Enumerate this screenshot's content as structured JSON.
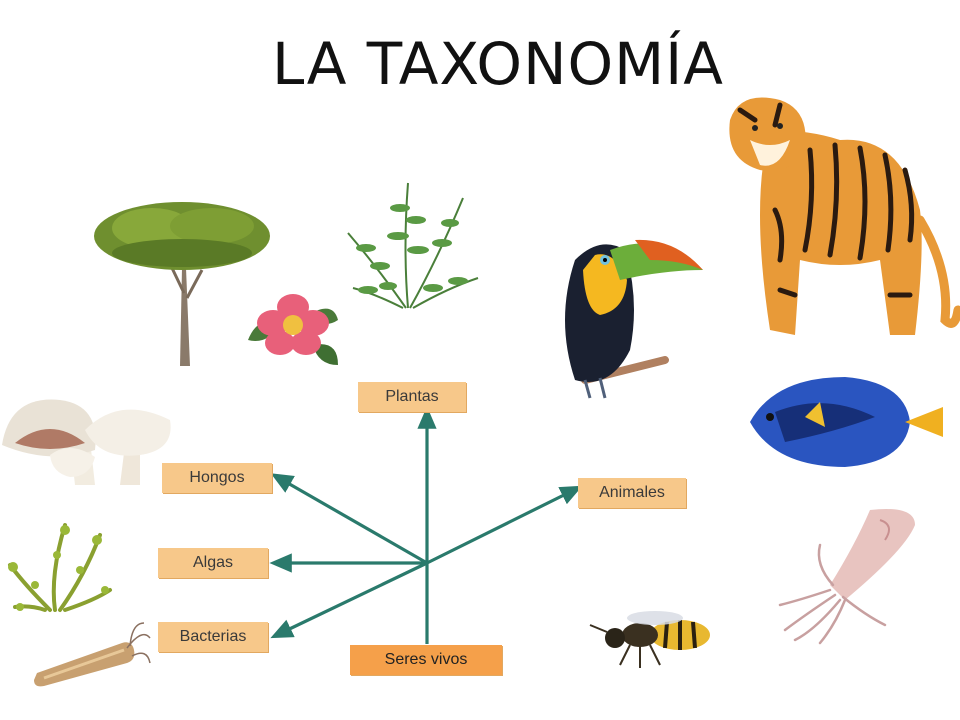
{
  "title": "LA TAXONOMÍA",
  "diagram": {
    "root": "Seres vivos",
    "branches": [
      "Plantas",
      "Hongos",
      "Algas",
      "Bacterias",
      "Animales"
    ]
  },
  "colors": {
    "lines": "#2a7a6c",
    "label_fill": "#f7c88a",
    "root_fill": "#f5a04a"
  },
  "illustrations": [
    "tree",
    "flower",
    "fern",
    "toucan",
    "tiger",
    "blue-tang-fish",
    "mushrooms",
    "moss",
    "bacteria",
    "wasp",
    "squid"
  ]
}
